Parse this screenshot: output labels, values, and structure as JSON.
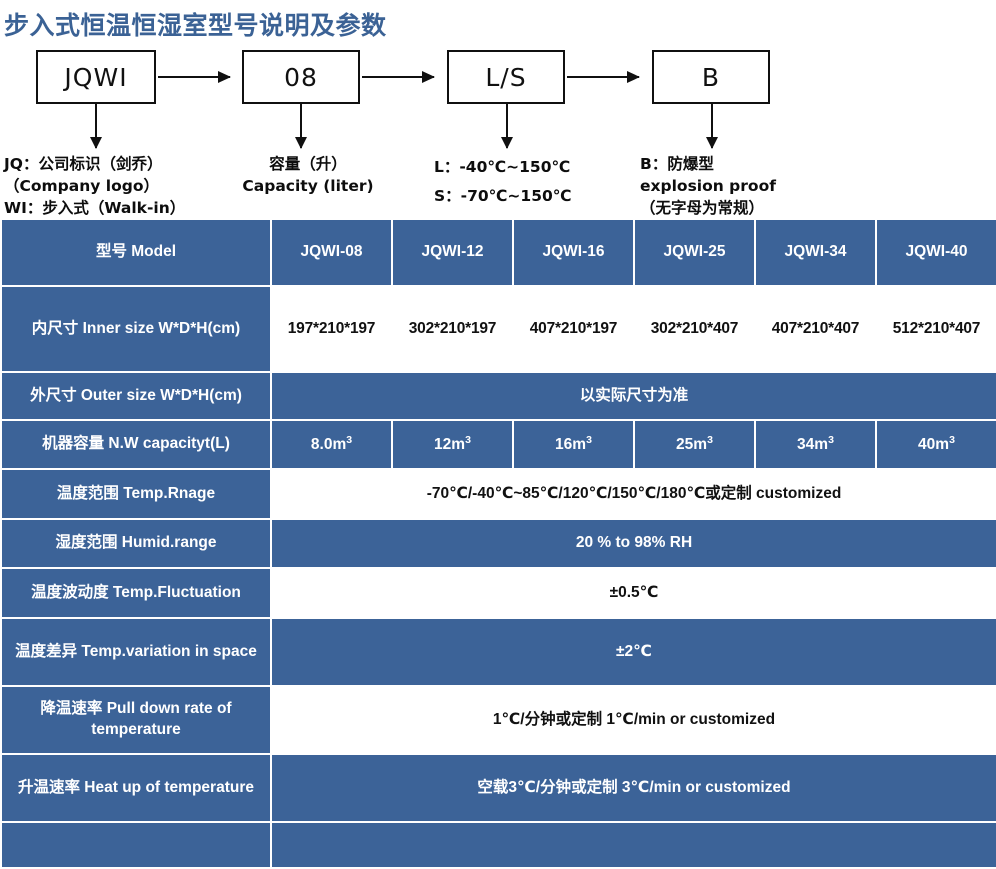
{
  "title": "步入式恒温恒湿室型号说明及参数",
  "diagram": {
    "boxes": [
      {
        "name": "jqwi",
        "label": "JQWI"
      },
      {
        "name": "capacity",
        "label": "08"
      },
      {
        "name": "temp-range",
        "label": "L/S"
      },
      {
        "name": "explosion",
        "label": "B"
      }
    ],
    "legends": [
      {
        "name": "legend-jqwi",
        "lines": [
          "JQ：公司标识（剑乔）",
          "（Company logo）",
          "WI：步入式（Walk-in）"
        ]
      },
      {
        "name": "legend-capacity",
        "lines": [
          "容量（升）",
          "Capacity (liter)"
        ]
      },
      {
        "name": "legend-temp",
        "lines": [
          "L：-40℃~150℃",
          "S：-70℃~150℃"
        ]
      },
      {
        "name": "legend-explosion",
        "lines": [
          "B：防爆型",
          "explosion proof",
          "（无字母为常规）"
        ]
      }
    ]
  },
  "table": {
    "header": {
      "label": "型号 Model",
      "models": [
        "JQWI-08",
        "JQWI-12",
        "JQWI-16",
        "JQWI-25",
        "JQWI-34",
        "JQWI-40"
      ]
    },
    "rows": [
      {
        "name": "inner-size",
        "label": "内尺寸 Inner size W*D*H(cm)",
        "style": "white",
        "span": false,
        "values": [
          "197*210*197",
          "302*210*197",
          "407*210*197",
          "302*210*407",
          "407*210*407",
          "512*210*407"
        ]
      },
      {
        "name": "outer-size",
        "label": "外尺寸 Outer size W*D*H(cm)",
        "style": "blue",
        "span": true,
        "value": "以实际尺寸为准"
      },
      {
        "name": "nw-capacity",
        "label": "机器容量 N.W capacityt(L)",
        "style": "blue",
        "span": false,
        "values": [
          "8.0m³",
          "12m³",
          "16m³",
          "25m³",
          "34m³",
          "40m³"
        ]
      },
      {
        "name": "temp-range",
        "label": "温度范围 Temp.Rnage",
        "style": "white",
        "span": true,
        "value": "-70℃/-40℃~85℃/120℃/150℃/180℃或定制 customized"
      },
      {
        "name": "humidity-range",
        "label": "湿度范围 Humid.range",
        "style": "blue",
        "span": true,
        "value": "20 % to 98% RH"
      },
      {
        "name": "temp-fluctuation",
        "label": "温度波动度 Temp.Fluctuation",
        "style": "white",
        "span": true,
        "value": "±0.5℃"
      },
      {
        "name": "temp-variation",
        "label": "温度差异 Temp.variation in space",
        "style": "blue",
        "span": true,
        "value": "±2℃"
      },
      {
        "name": "pull-down-rate",
        "label": "降温速率 Pull down rate of temperature",
        "style": "white",
        "span": true,
        "value": "1℃/分钟或定制    1℃/min or customized"
      },
      {
        "name": "heat-up-rate",
        "label": "升温速率 Heat up of temperature",
        "style": "blue",
        "span": true,
        "value": "空载3℃/分钟或定制 3℃/min or customized"
      },
      {
        "name": "machine-weight",
        "label": "",
        "style": "blue",
        "span": true,
        "value": ""
      }
    ]
  },
  "colors": {
    "brand_blue": "#3c6398",
    "title_blue": "#3b6295",
    "cell_white": "#ffffff",
    "text_dark": "#111111"
  }
}
